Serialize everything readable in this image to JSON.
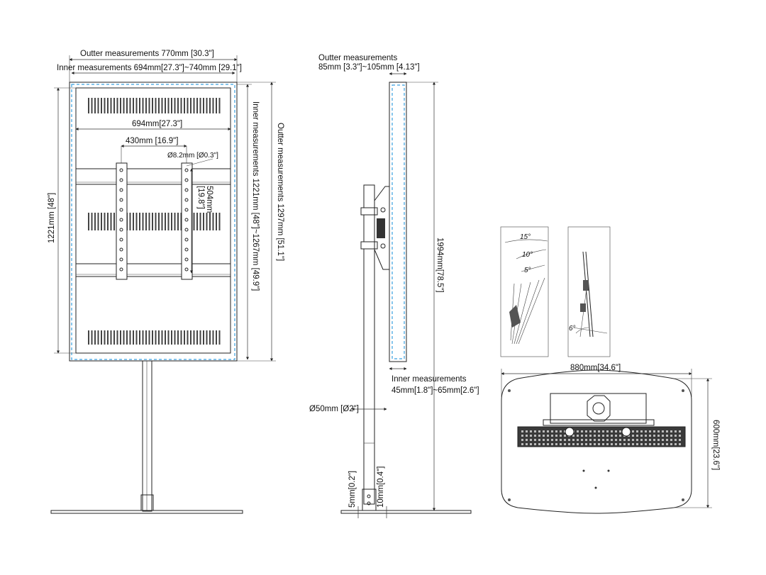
{
  "front_view": {
    "outer_width": "Outter measurements 770mm [30.3\"]",
    "inner_width": "Inner measurements  694mm[27.3\"]~740mm [29.1\"]",
    "inner_width_short": "694mm[27.3\"]",
    "mount_width": "430mm [16.9\"]",
    "hole_diameter": "Ø8.2mm [Ø0.3\"]",
    "mount_height_mm": "504mm",
    "mount_height_in": "[19.8\"]",
    "left_height": "1221mm [48\"]",
    "inner_height": "Inner measurements 1221mm [48\"]~1267mm [49.9\"]",
    "outer_height": "Outter measurements 1297mm [51.1\"]"
  },
  "side_view": {
    "outer_depth_line1": "Outter measurements",
    "outer_depth_line2": "85mm [3.3\"]~105mm [4.13\"]",
    "total_height": "1994mm[78.5\"]",
    "inner_depth_line1": "Inner measurements",
    "inner_depth_line2": "45mm[1.8\"]~65mm[2.6\"]",
    "pole_diameter": "Ø50mm [Ø2\"]",
    "base_gap": "5mm[0.2\"]",
    "base_thickness": "10mm[0.4\"]"
  },
  "tilt_view": {
    "angle_15": "15°",
    "angle_10": "10°",
    "angle_5": "5°",
    "angle_6": "6°"
  },
  "base_view": {
    "width": "880mm[34.6\"]",
    "depth": "600mm[23.6\"]"
  }
}
